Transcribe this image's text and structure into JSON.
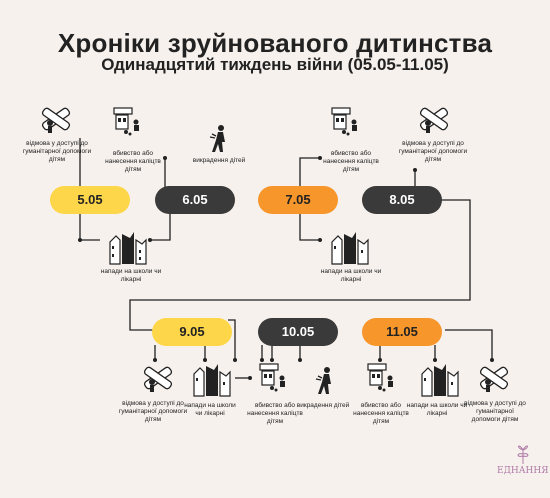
{
  "title": "Хроніки зруйнованого дитинства",
  "subtitle": "Одинадцятий тиждень війни (05.05-11.05)",
  "dates": [
    "5.05",
    "6.05",
    "7.05",
    "8.05",
    "9.05",
    "10.05",
    "11.05"
  ],
  "labels": {
    "denial_aid": "відмова у доступі до гуманітарної допомоги дітям",
    "killing": "вбивство або нанесення каліцтв дітям",
    "abduction": "викрадення дітей",
    "attacks": "напади на школи чи лікарні"
  },
  "icons": {
    "denial_aid": "crossed-bandage-icon",
    "killing": "gun-child-icon",
    "abduction": "abduction-icon",
    "attacks": "ruined-building-icon"
  },
  "logo": "ЕДНАННЯ",
  "colors": {
    "yellow": "#fdd64a",
    "dark": "#3a3a3a",
    "orange": "#f7962b",
    "background": "#f6f1ed"
  }
}
